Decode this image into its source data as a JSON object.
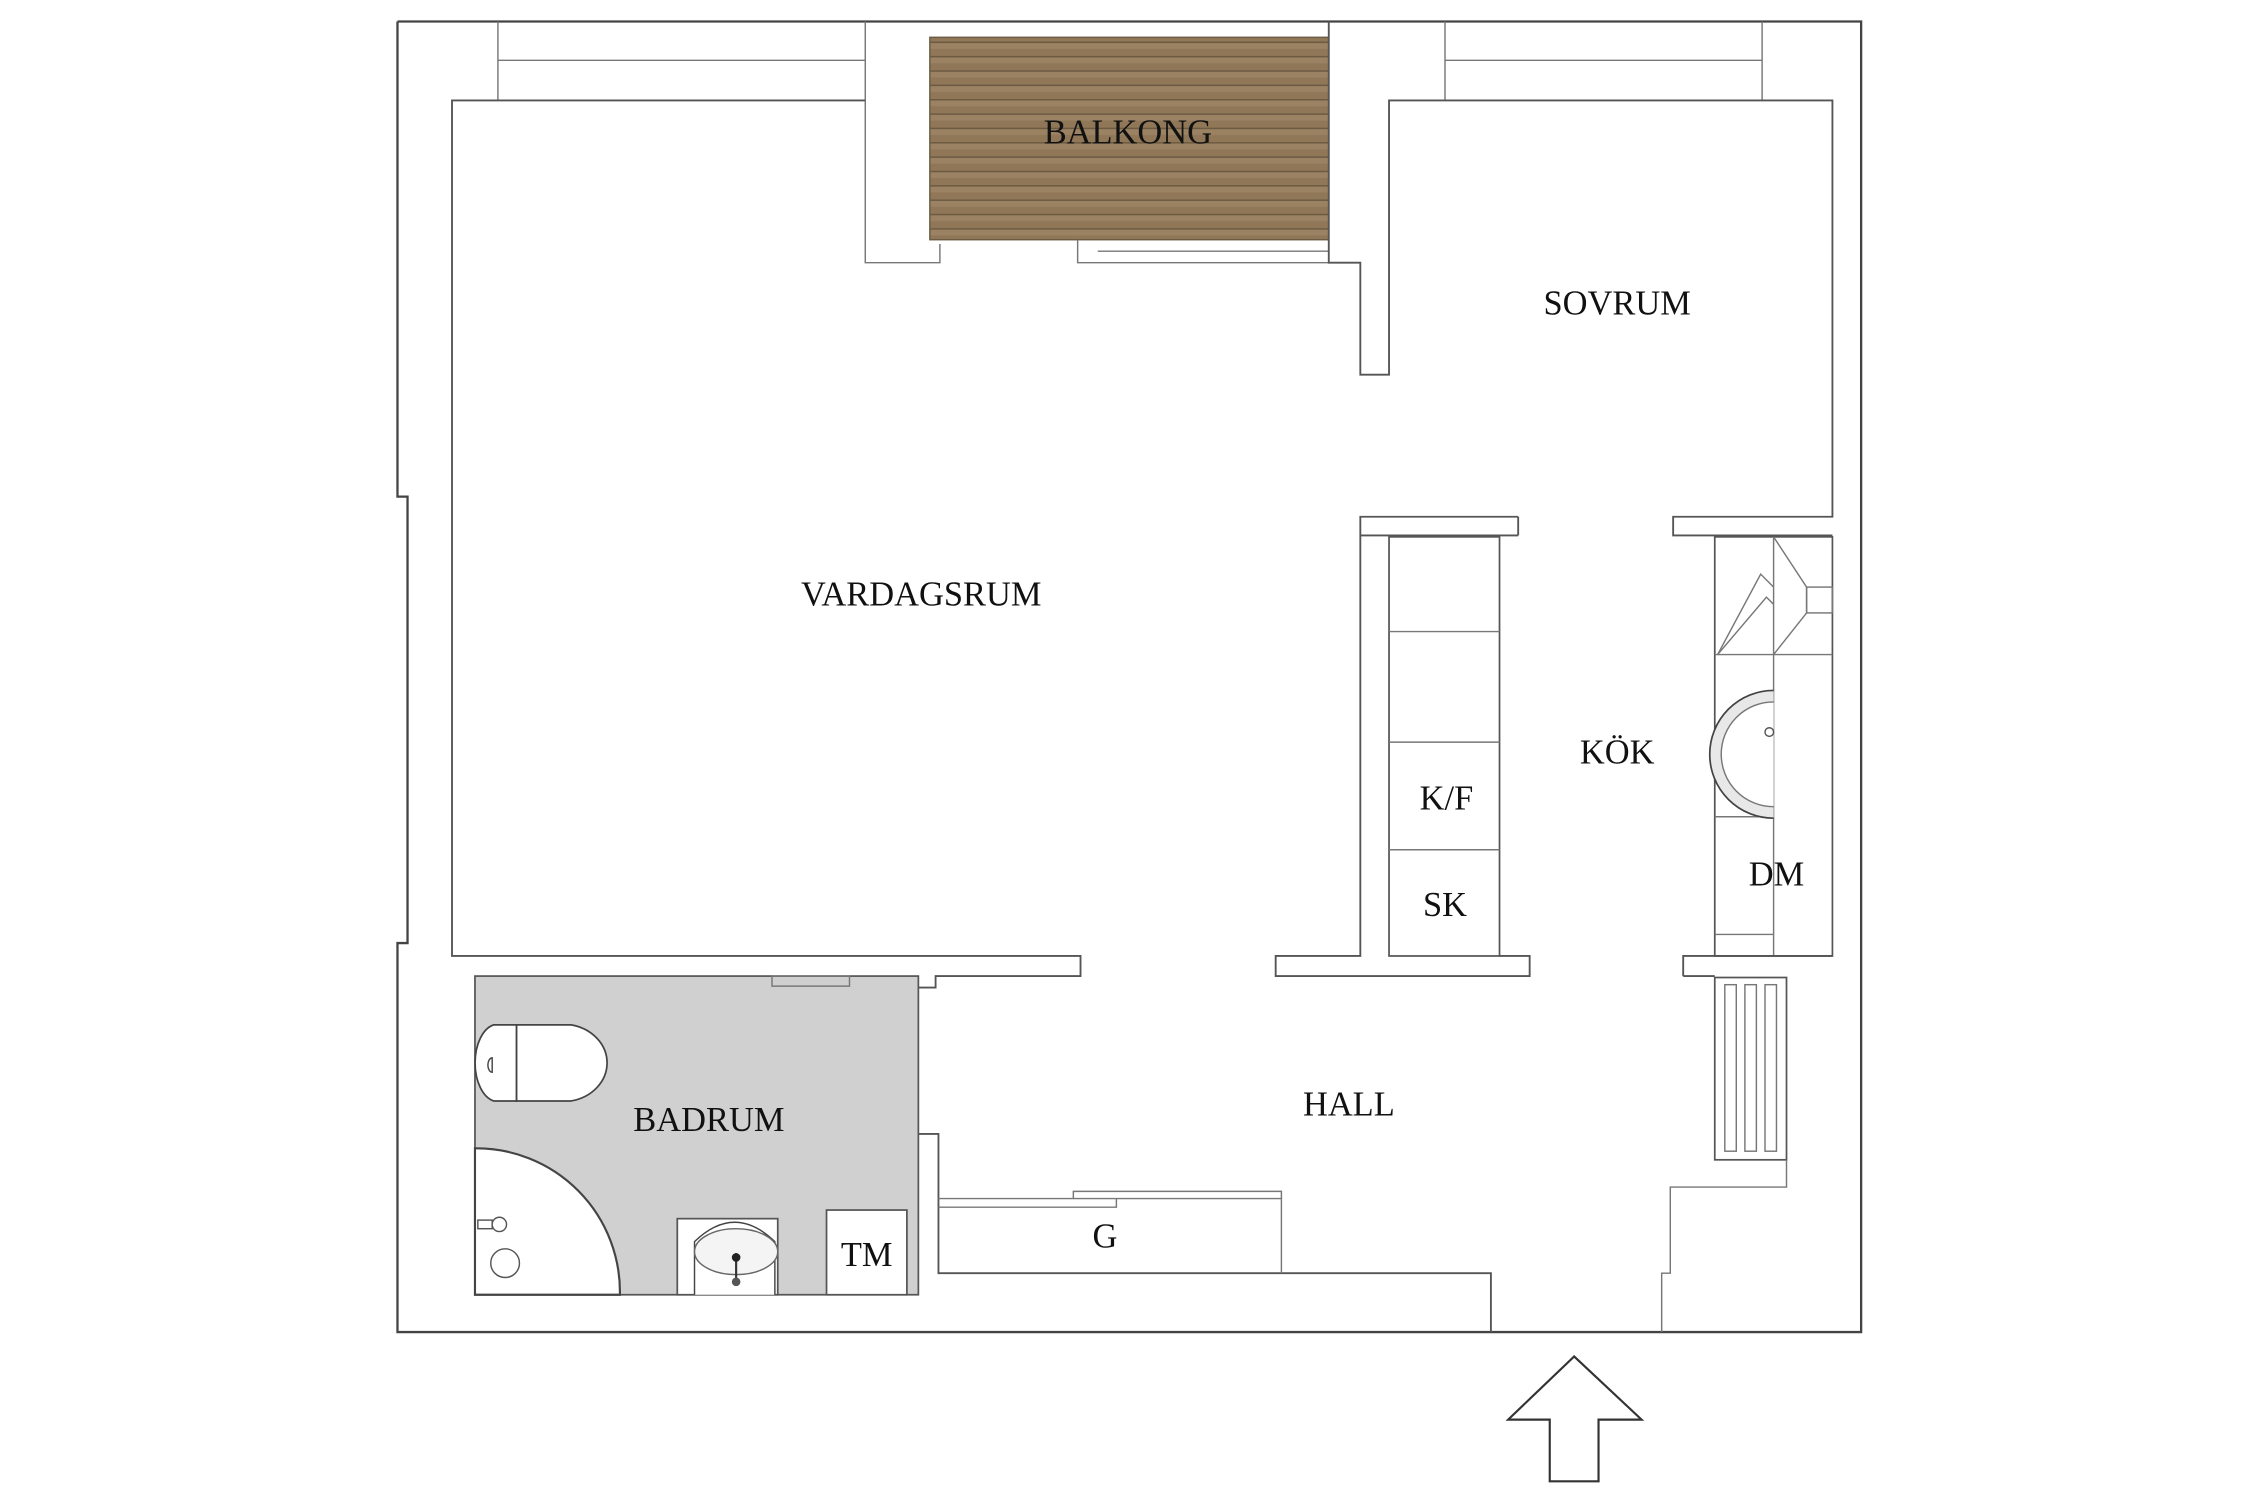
{
  "title": "Floor plan",
  "colors": {
    "balcony_wood": "#8f7758",
    "bathroom_floor": "#d0d0d0",
    "wall_line": "#555555",
    "background": "#ffffff"
  },
  "rooms": {
    "balkong": "BALKONG",
    "sovrum": "SOVRUM",
    "vardagsrum": "VARDAGSRUM",
    "kok": "KÖK",
    "hall": "HALL",
    "badrum": "BADRUM"
  },
  "fixtures": {
    "kf": "K/F",
    "sk": "SK",
    "dm": "DM",
    "tm": "TM",
    "g": "G"
  },
  "entrance_arrow": "entrance-arrow"
}
